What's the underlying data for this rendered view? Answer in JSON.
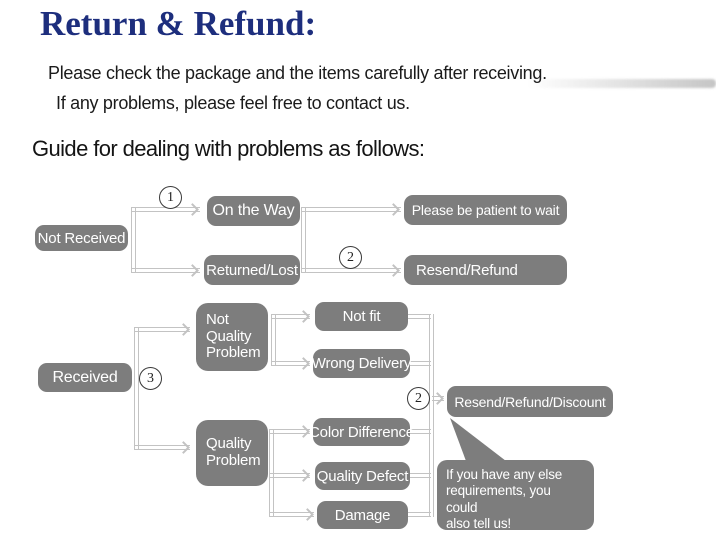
{
  "header": {
    "title": "Return & Refund:",
    "intro_line1": "Please check the package and the items carefully after receiving.",
    "intro_line2": "If any problems, please feel free to contact us."
  },
  "guide_heading": "Guide for dealing with problems as follows:",
  "flowchart": {
    "markers": {
      "step1": "1",
      "step2_top": "2",
      "step3": "3",
      "step2_bottom": "2"
    },
    "nodes": {
      "not_received": "Not Received",
      "on_the_way": "On the Way",
      "returned_lost": "Returned/Lost",
      "please_be_patient": "Please be patient to wait",
      "resend_refund": "Resend/Refund",
      "received": "Received",
      "not_quality_problem": "Not\nQuality\nProblem",
      "not_fit": "Not fit",
      "wrong_delivery": "Wrong Delivery",
      "quality_problem": "Quality\nProblem",
      "color_difference": "Color Difference",
      "quality_defect": "Quality Defect",
      "damage": "Damage",
      "resend_refund_discount": "Resend/Refund/Discount",
      "note_bubble": "If you have any else\nrequirements, you could\nalso tell us!"
    }
  },
  "colors": {
    "title_navy": "#1d2e7d",
    "node_gray": "#7d7d7d",
    "node_text": "#ffffff",
    "connector_gray": "#c3c3c3",
    "body_text": "#1b1b1b"
  }
}
